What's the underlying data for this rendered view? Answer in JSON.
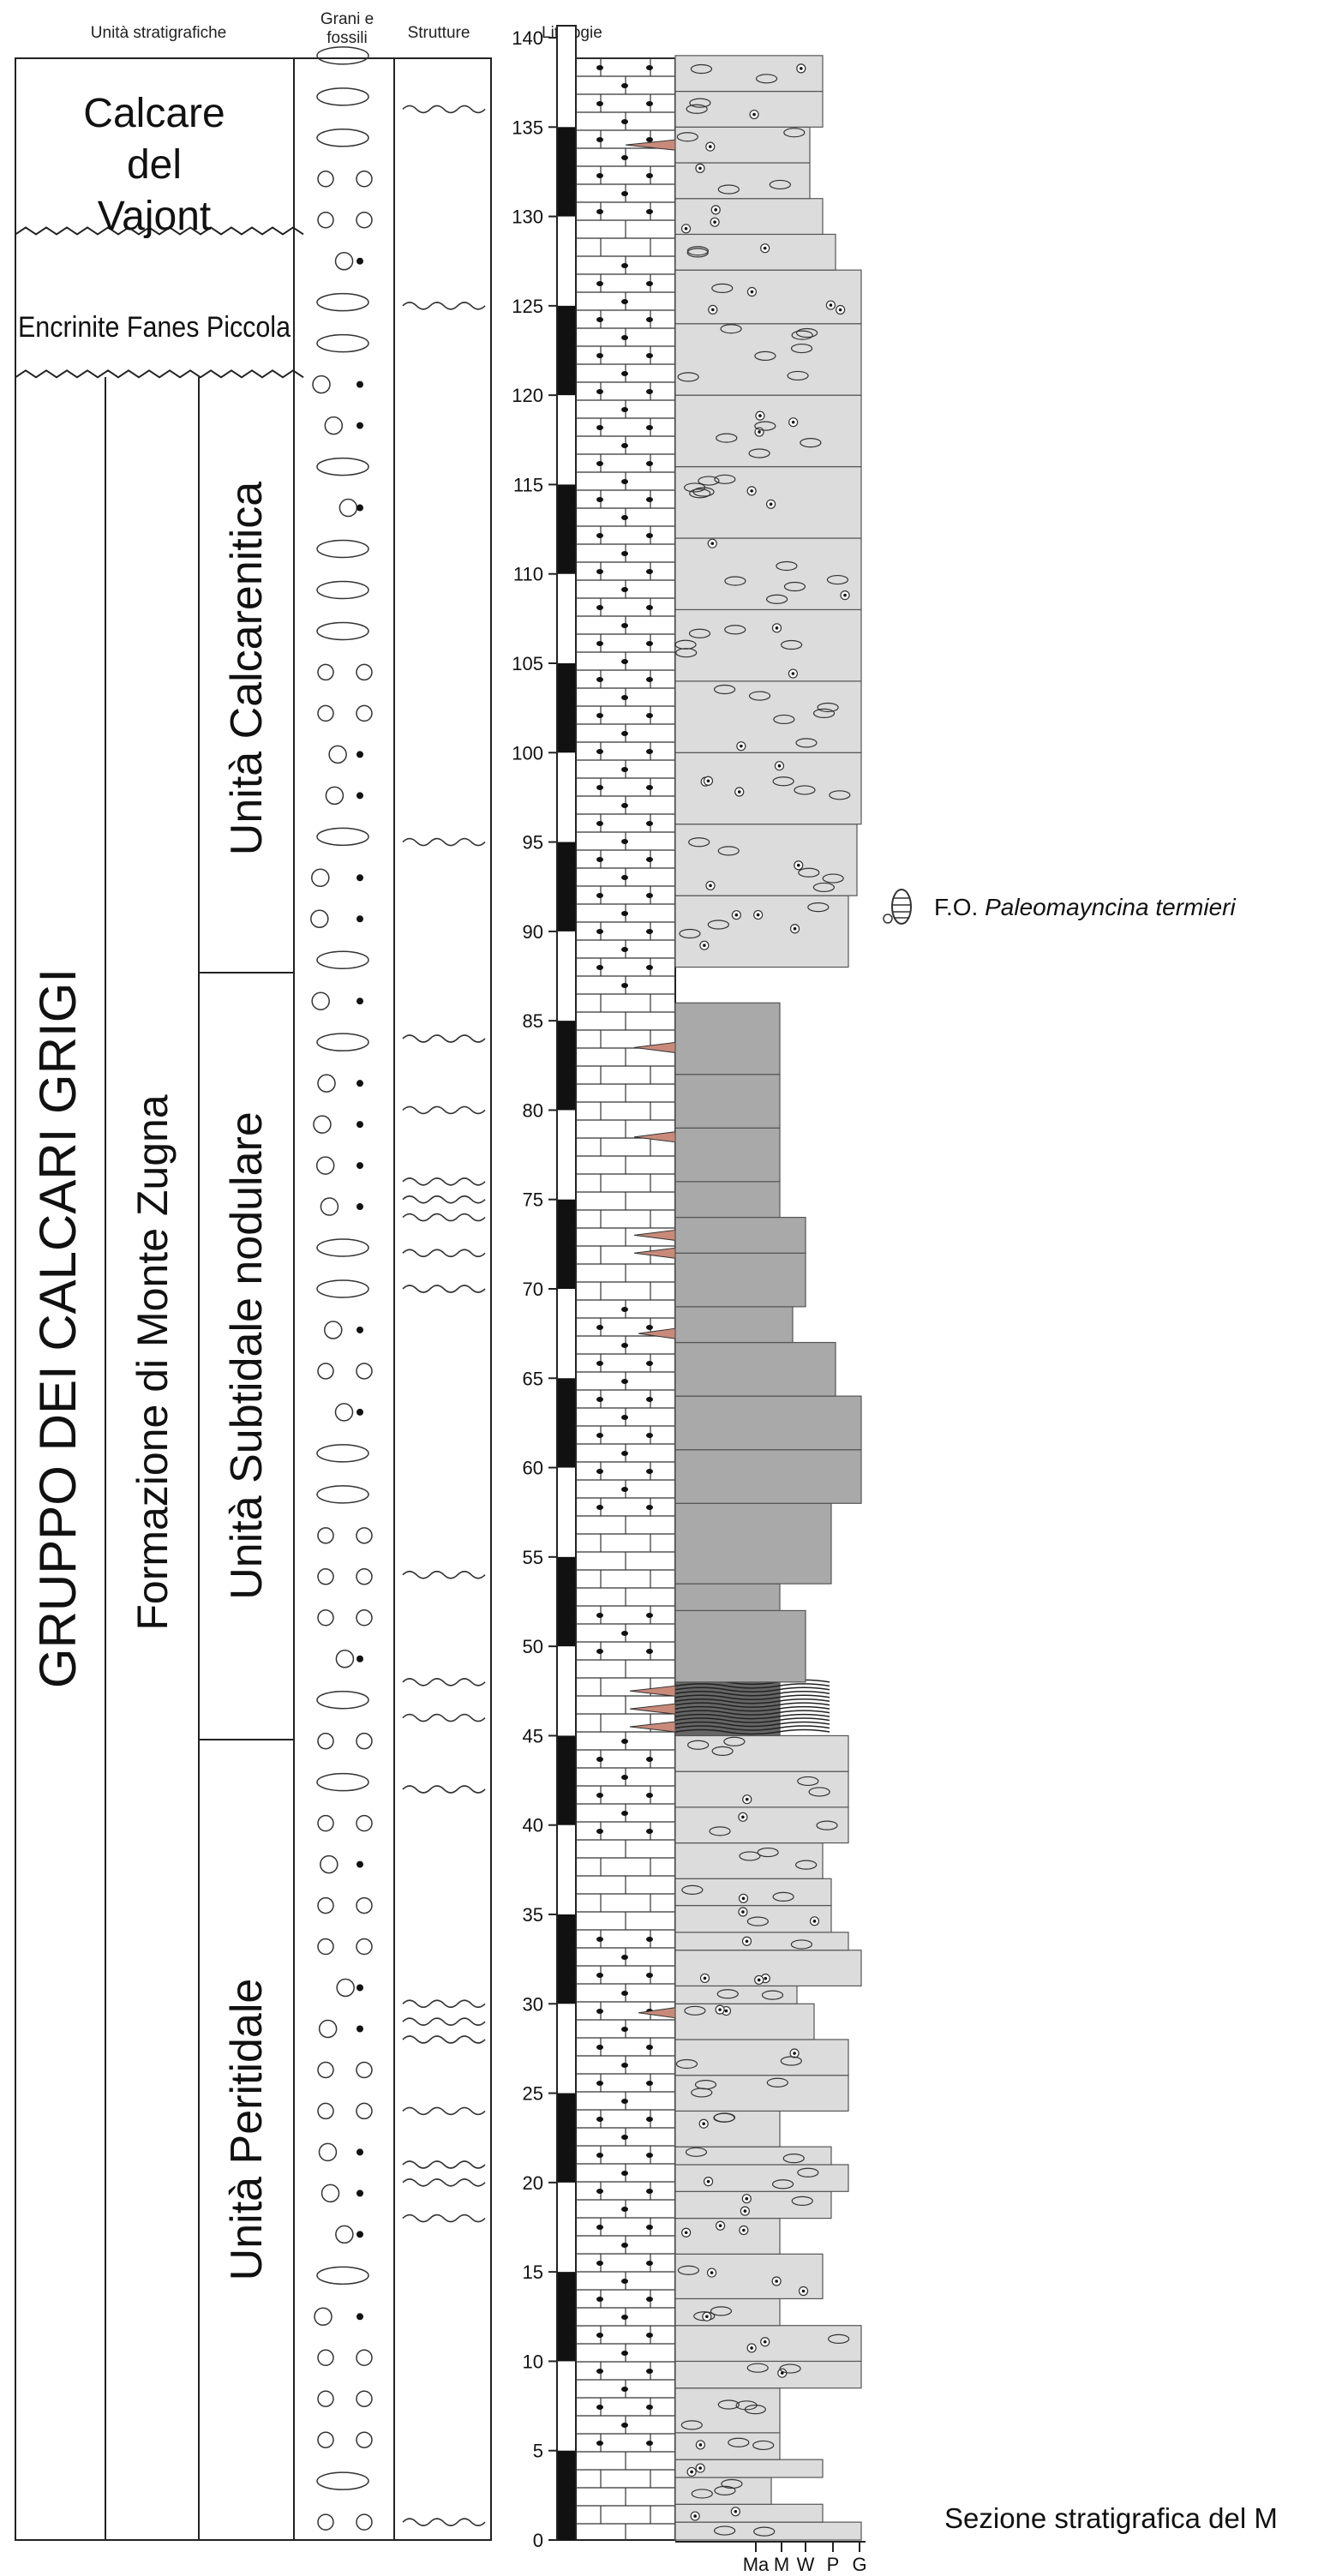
{
  "headers": {
    "units": "Unità stratigrafiche",
    "grains_line1": "Grani e",
    "grains_line2": "fossili",
    "structures": "Strutture",
    "lithology": "Litologie"
  },
  "units": {
    "group": "GRUPPO DEI CALCARI GRIGI",
    "formation": "Formazione di Monte Zugna",
    "vajont_line1": "Calcare",
    "vajont_line2": "del",
    "vajont_line3": "Vajont",
    "fanes": "Encrinite Fanes Piccola",
    "calcarenitica": "Unità Calcarenitica",
    "subtidale": "Unità Subtidale nodulare",
    "peritidale": "Unità Peritidale"
  },
  "scale": {
    "ticks": [
      "0",
      "5",
      "10",
      "15",
      "20",
      "25",
      "30",
      "35",
      "40",
      "45",
      "50",
      "55",
      "60",
      "65",
      "70",
      "75",
      "80",
      "85",
      "90",
      "95",
      "100",
      "105",
      "110",
      "115",
      "120",
      "125",
      "130",
      "135",
      "140"
    ]
  },
  "texture_axis": [
    "Ma",
    "M",
    "W",
    "P",
    "G"
  ],
  "annotation": {
    "prefix": "F.O. ",
    "taxon": "Paleomayncina termieri"
  },
  "caption": "Sezione stratigrafica del M",
  "colors": {
    "light_grey": "#dcdcdc",
    "dark_grey": "#a9a9a9",
    "very_dark": "#666666",
    "marl_red": "#c98a7a",
    "black": "#111111"
  }
}
